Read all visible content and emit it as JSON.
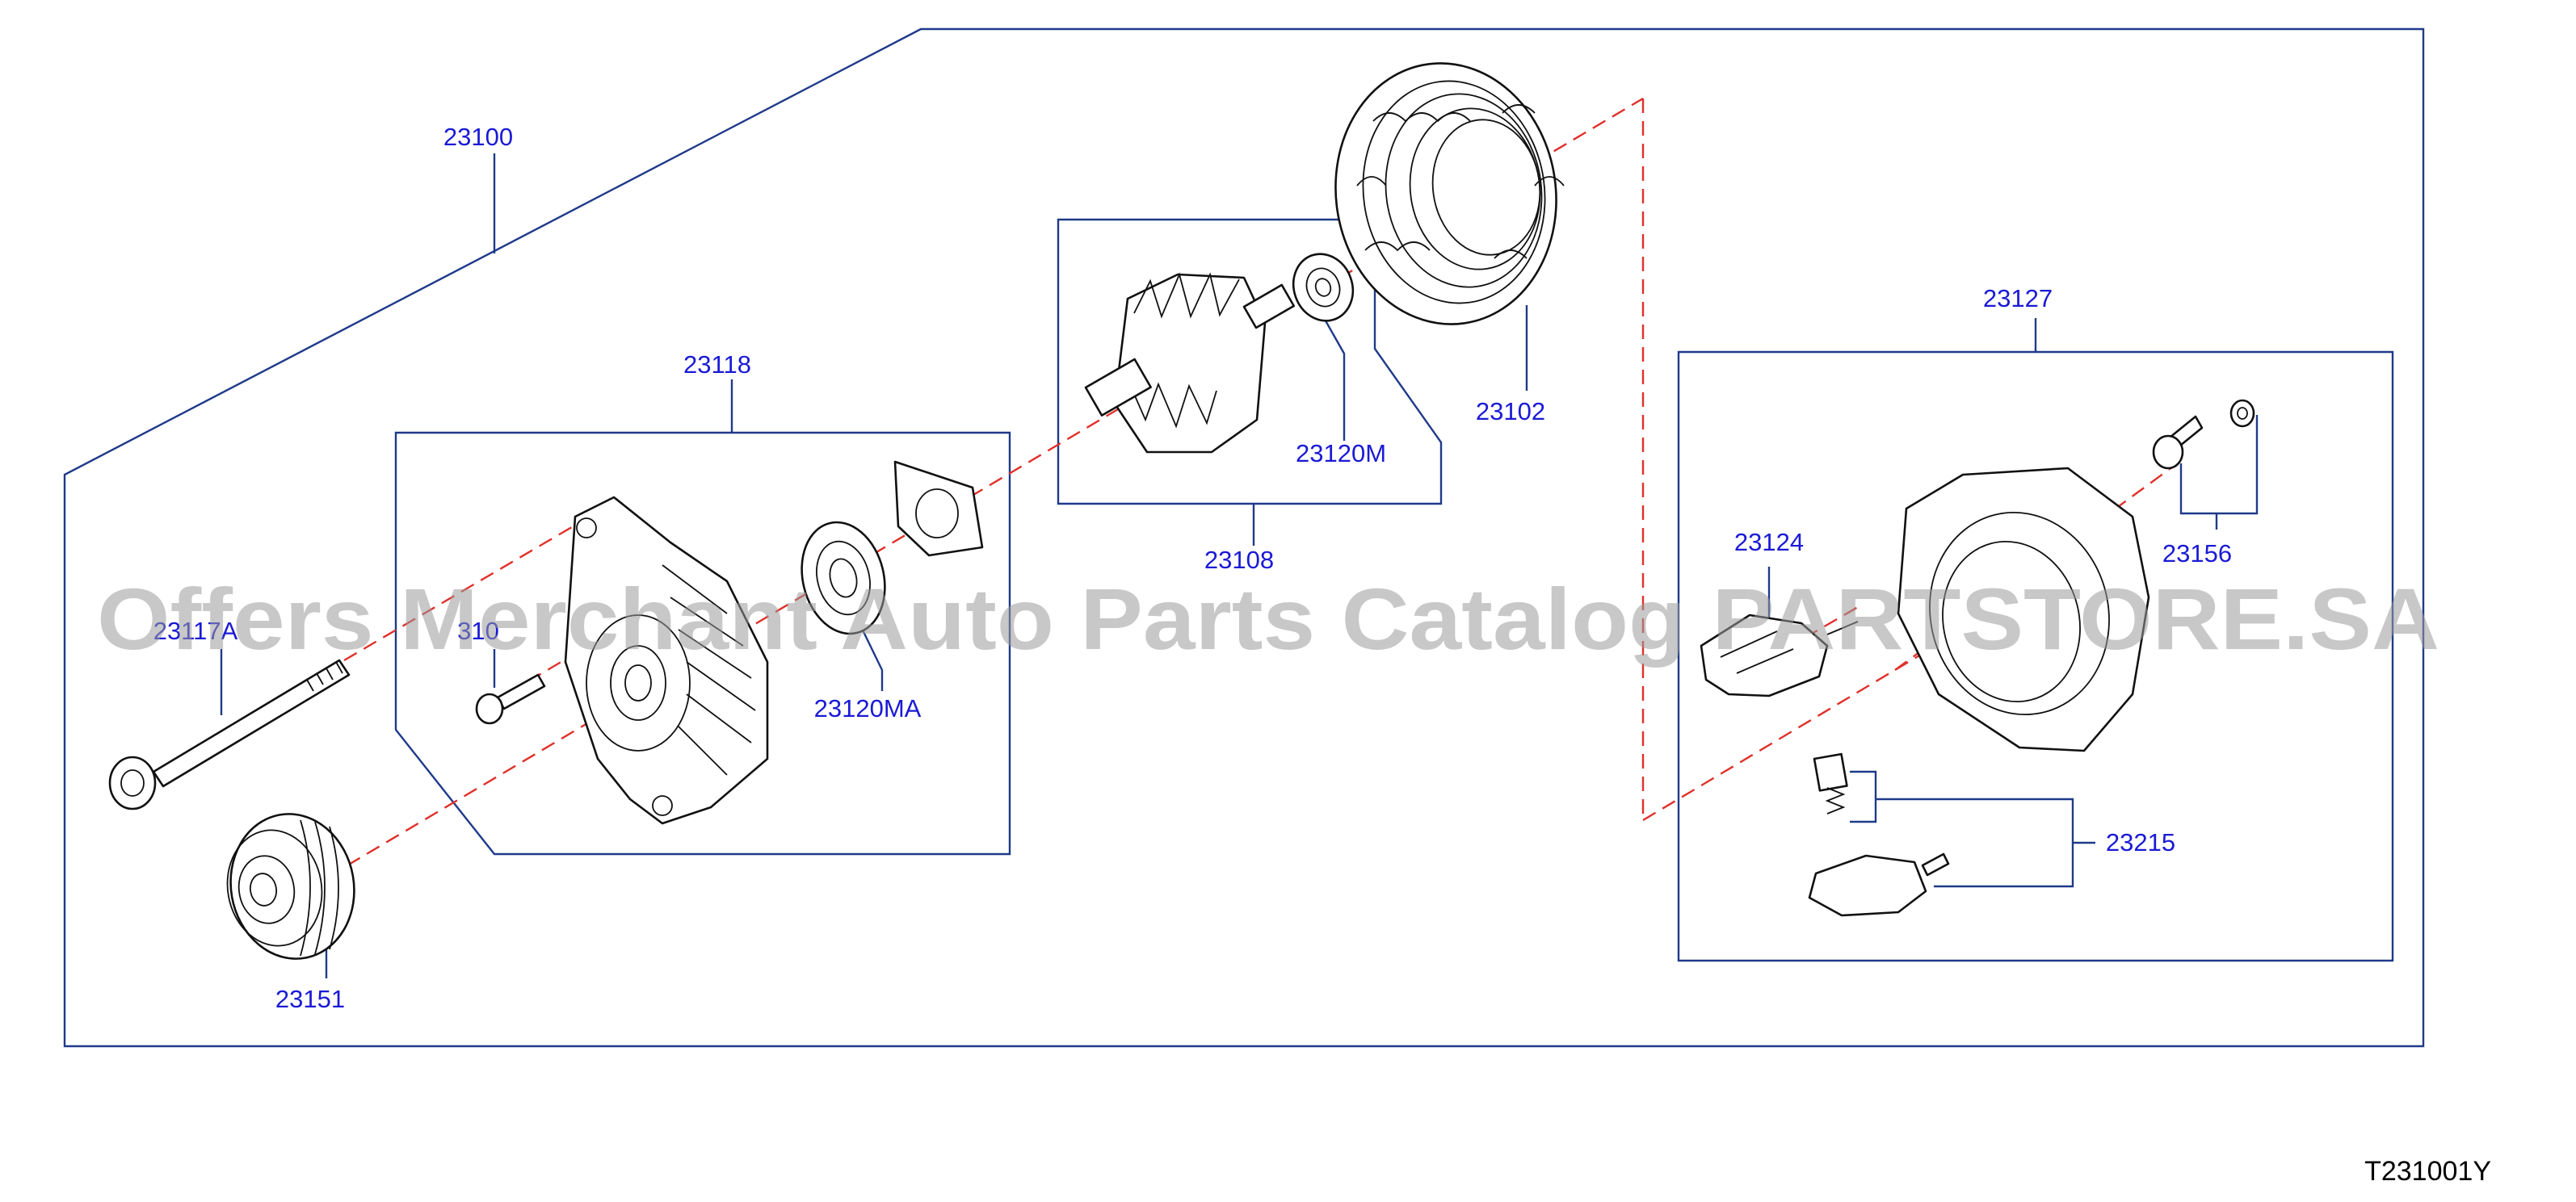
{
  "callouts": {
    "alternator_assembly": "23100",
    "stator": "23102",
    "rotor": "23108",
    "front_cover": "23118",
    "rear_bearing": "23120M",
    "front_bearing": "23120MA",
    "rear_cover": "23127",
    "regulator": "23124",
    "through_bolt": "23117A",
    "screw": "310",
    "pulley": "23151",
    "terminal_set": "23156",
    "brush_set": "23215"
  },
  "diagram_code": "T231001Y",
  "watermark": "Offers Merchant Auto Parts Catalog PARTSTORE.SA",
  "colors": {
    "callout_text": "#1a1ad6",
    "frame_lines": "#1f3a8a",
    "axis_line": "#e0302a",
    "part_outline": "#111111"
  }
}
